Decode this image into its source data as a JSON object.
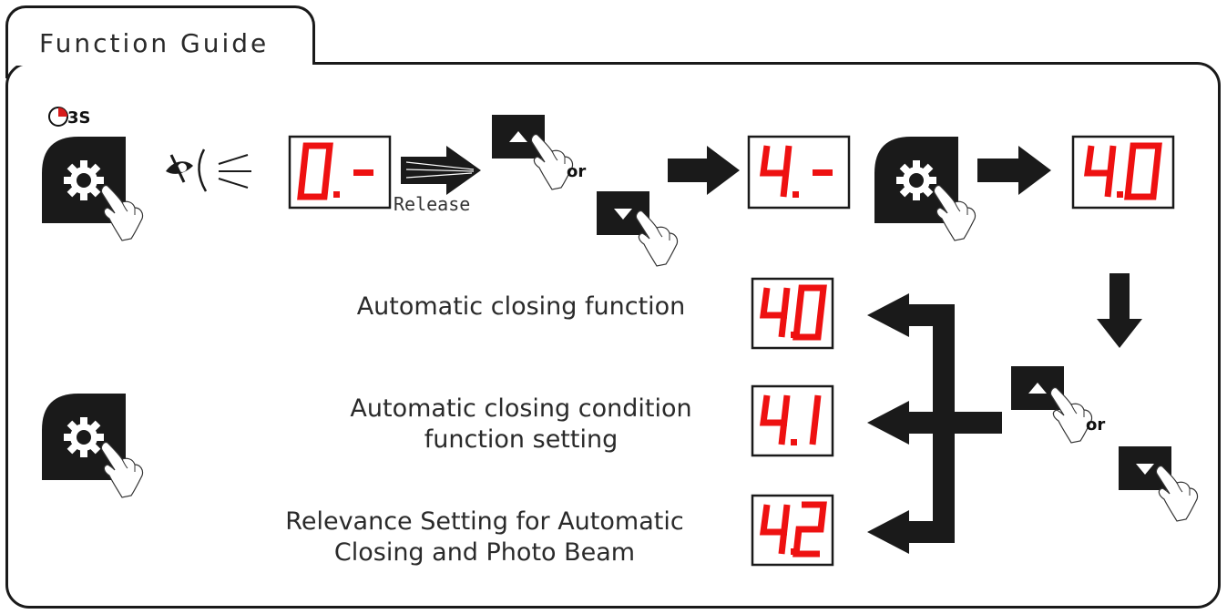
{
  "header": {
    "title": "Function Guide"
  },
  "top_row": {
    "timer_label": "3S",
    "release_label": "Release",
    "or_label": "or",
    "displays": [
      "0.-",
      "4.-",
      "4.0"
    ]
  },
  "options": [
    {
      "display": "4.0",
      "label": "Automatic closing function"
    },
    {
      "display": "4.1",
      "label": "Automatic closing condition\nfunction setting"
    },
    {
      "display": "4.2",
      "label": "Relevance Setting for Automatic\nClosing and Photo Beam"
    }
  ],
  "side": {
    "or_label": "or"
  },
  "icons": [
    "gear-icon",
    "eye-icon",
    "hand-icon",
    "up-arrow-icon",
    "down-arrow-icon",
    "timer-icon"
  ],
  "colors": {
    "display_red": "#ee1111",
    "ink": "#1a1a1a"
  }
}
